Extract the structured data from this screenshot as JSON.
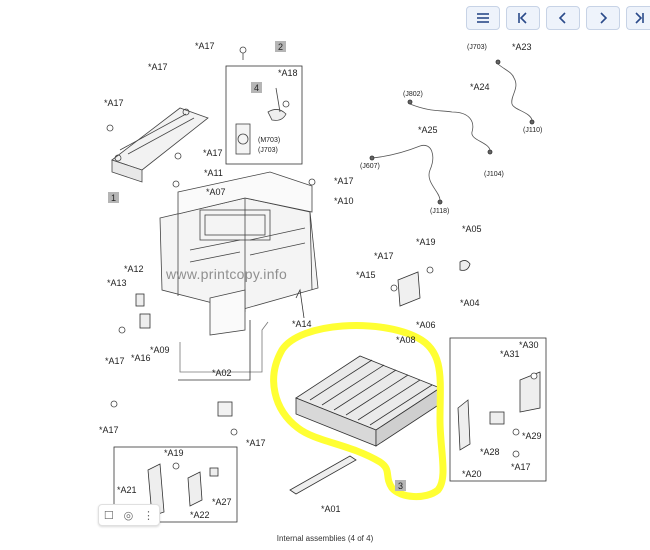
{
  "toolbar": {
    "buttons": [
      {
        "icon": "list-icon"
      },
      {
        "icon": "first-page-icon"
      },
      {
        "icon": "previous-page-icon"
      },
      {
        "icon": "next-page-icon"
      },
      {
        "icon": "last-page-icon"
      }
    ]
  },
  "watermark": "www.printcopy.info",
  "caption": "Internal assemblies (4 of 4)",
  "highlight_color": "#ffff33",
  "callouts": {
    "c1": "1",
    "c2": "2",
    "c3": "3",
    "c4": "4",
    "a01": "*A01",
    "a02": "*A02",
    "a04": "*A04",
    "a05": "*A05",
    "a06": "*A06",
    "a07": "*A07",
    "a08": "*A08",
    "a09": "*A09",
    "a10": "*A10",
    "a11": "*A11",
    "a12": "*A12",
    "a13": "*A13",
    "a14": "*A14",
    "a15": "*A15",
    "a16": "*A16",
    "a17": "*A17",
    "a18": "*A18",
    "a19": "*A19",
    "a20": "*A20",
    "a21": "*A21",
    "a22": "*A22",
    "a23": "*A23",
    "a24": "*A24",
    "a25": "*A25",
    "a27": "*A27",
    "a28": "*A28",
    "a29": "*A29",
    "a30": "*A30",
    "a31": "*A31",
    "j703": "(J703)",
    "j110": "(J110)",
    "j802": "(J802)",
    "j104": "(J104)",
    "j607": "(J607)",
    "j118": "(J118)",
    "m703": "(M703)"
  }
}
